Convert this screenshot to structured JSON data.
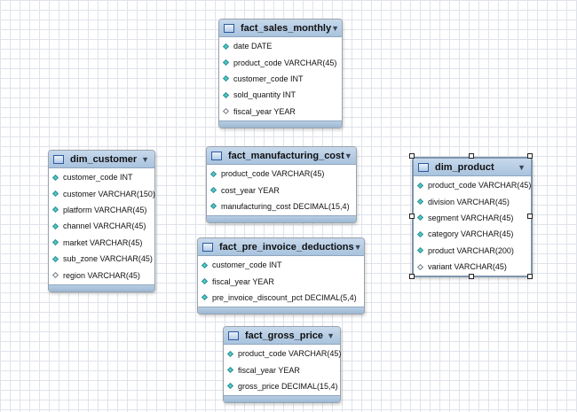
{
  "tables": [
    {
      "id": "fact_sales_monthly",
      "title": "fact_sales_monthly",
      "selected": false,
      "columns": [
        {
          "text": "date DATE",
          "marker": "fk"
        },
        {
          "text": "product_code VARCHAR(45)",
          "marker": "fk"
        },
        {
          "text": "customer_code INT",
          "marker": "fk"
        },
        {
          "text": "sold_quantity INT",
          "marker": "fk"
        },
        {
          "text": "fiscal_year YEAR",
          "marker": "nn"
        }
      ]
    },
    {
      "id": "dim_customer",
      "title": "dim_customer",
      "selected": false,
      "columns": [
        {
          "text": "customer_code INT",
          "marker": "fk"
        },
        {
          "text": "customer VARCHAR(150)",
          "marker": "fk"
        },
        {
          "text": "platform VARCHAR(45)",
          "marker": "fk"
        },
        {
          "text": "channel VARCHAR(45)",
          "marker": "fk"
        },
        {
          "text": "market VARCHAR(45)",
          "marker": "fk"
        },
        {
          "text": "sub_zone VARCHAR(45)",
          "marker": "fk"
        },
        {
          "text": "region VARCHAR(45)",
          "marker": "nn"
        }
      ]
    },
    {
      "id": "fact_manufacturing_cost",
      "title": "fact_manufacturing_cost",
      "selected": false,
      "columns": [
        {
          "text": "product_code VARCHAR(45)",
          "marker": "fk"
        },
        {
          "text": "cost_year YEAR",
          "marker": "fk"
        },
        {
          "text": "manufacturing_cost DECIMAL(15,4)",
          "marker": "fk"
        }
      ]
    },
    {
      "id": "dim_product",
      "title": "dim_product",
      "selected": true,
      "columns": [
        {
          "text": "product_code VARCHAR(45)",
          "marker": "fk"
        },
        {
          "text": "division VARCHAR(45)",
          "marker": "fk"
        },
        {
          "text": "segment VARCHAR(45)",
          "marker": "fk"
        },
        {
          "text": "category VARCHAR(45)",
          "marker": "fk"
        },
        {
          "text": "product VARCHAR(200)",
          "marker": "fk"
        },
        {
          "text": "variant VARCHAR(45)",
          "marker": "nn"
        }
      ]
    },
    {
      "id": "fact_pre_invoice_deductions",
      "title": "fact_pre_invoice_deductions",
      "selected": false,
      "columns": [
        {
          "text": "customer_code INT",
          "marker": "fk"
        },
        {
          "text": "fiscal_year YEAR",
          "marker": "fk"
        },
        {
          "text": "pre_invoice_discount_pct DECIMAL(5,4)",
          "marker": "fk"
        }
      ]
    },
    {
      "id": "fact_gross_price",
      "title": "fact_gross_price",
      "selected": false,
      "columns": [
        {
          "text": "product_code VARCHAR(45)",
          "marker": "fk"
        },
        {
          "text": "fiscal_year YEAR",
          "marker": "fk"
        },
        {
          "text": "gross_price DECIMAL(15,4)",
          "marker": "fk"
        }
      ]
    }
  ],
  "icons": {
    "table": "table-icon",
    "collapse": "chevron-down-icon",
    "column": "column-diamond-icon"
  },
  "colors": {
    "header": "#b4cbe3",
    "column_marker": "#52c8c8",
    "selection_border": "#7f95ad"
  }
}
